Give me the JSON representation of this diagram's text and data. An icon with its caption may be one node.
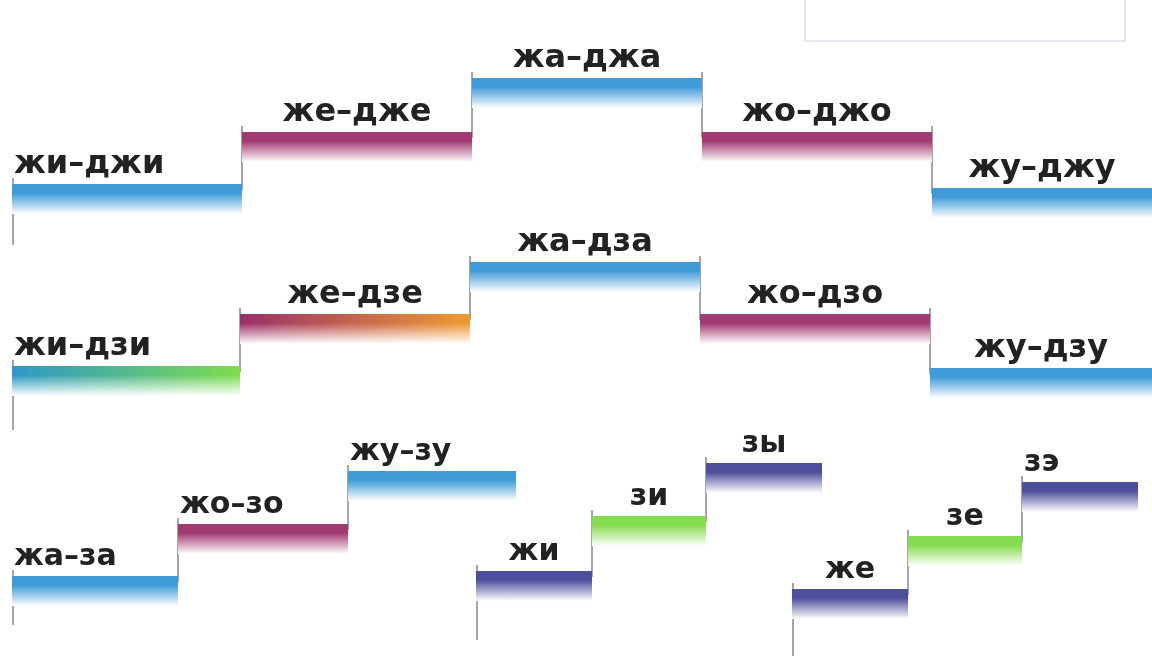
{
  "diagram": {
    "nodes": [
      {
        "text": [
          "жи–джи"
        ]
      },
      {
        "text": [
          "же–дже"
        ]
      },
      {
        "text": [
          "жа–джа"
        ]
      },
      {
        "text": [
          "жо–джо"
        ]
      },
      {
        "text": [
          "жу–джу"
        ]
      },
      {
        "text": [
          "жи–дзи"
        ]
      },
      {
        "text": [
          "же–дзе"
        ]
      },
      {
        "text": [
          "жа–дза"
        ]
      },
      {
        "text": [
          "жо–дзо"
        ]
      },
      {
        "text": [
          "жу–дзу"
        ]
      },
      {
        "text": [
          "жа–за"
        ]
      },
      {
        "text": [
          "жо–зо"
        ]
      },
      {
        "text": [
          "жу–зу"
        ]
      },
      {
        "text": [
          "жи"
        ]
      },
      {
        "text": [
          "зи"
        ]
      },
      {
        "text": [
          "зы"
        ]
      },
      {
        "text": [
          "же"
        ]
      },
      {
        "text": [
          "зе"
        ]
      },
      {
        "text": [
          "зэ"
        ]
      },
      {
        "text": [],
        "shape": "box"
      }
    ]
  }
}
